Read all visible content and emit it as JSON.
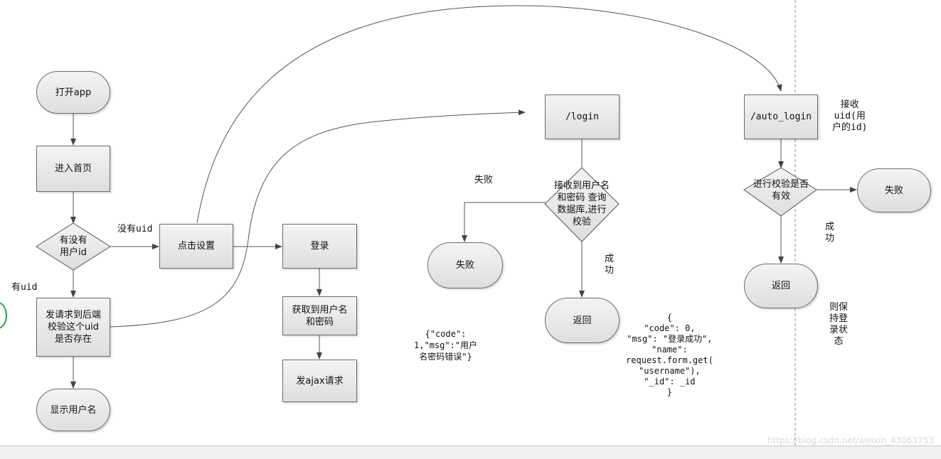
{
  "nodes": {
    "open_app": "打开app",
    "enter_home": "进入首页",
    "has_uid_line1": "有没有",
    "has_uid_line2": "用户id",
    "click_settings": "点击设置",
    "send_request_line1": "发请求到后端",
    "send_request_line2": "校验这个uid",
    "send_request_line3": "是否存在",
    "show_username": "显示用户名",
    "login_box": "登录",
    "get_credentials_line1": "获取到用户名",
    "get_credentials_line2": "和密码",
    "send_ajax": "发ajax请求",
    "login_route": "/login",
    "receive_verify_line1": "接收到用户名",
    "receive_verify_line2": "和密码 查询",
    "receive_verify_line3": "数据库,进行",
    "receive_verify_line4": "校验",
    "fail_login": "失败",
    "return_login": "返回",
    "auto_login_route": "/auto_login",
    "check_valid_line1": "进行校验是否",
    "check_valid_line2": "有效",
    "fail_auto": "失败",
    "return_auto": "返回"
  },
  "labels": {
    "no_uid": "没有uid",
    "has_uid": "有uid",
    "fail_top": "失败",
    "success_login": "成\n功",
    "success_auto": "成\n功",
    "receive_uid": "接收\nuid(用\n户的id)",
    "keep_login": "则保\n持登\n录状\n态"
  },
  "notes": {
    "error_json": "{\"code\":\n1,\"msg\":\"用户\n名密码错误\"}",
    "success_json": "{\n\"code\": 0,\n\"msg\": \"登录成功\",\n\"name\":\nrequest.form.get(\n\"username\"),\n\"_id\": _id\n}"
  },
  "watermark": "https://blog.csdn.net/weixin_43063753",
  "colors": {
    "node_fill_top": "#f4f4f4",
    "node_fill_bottom": "#dedede",
    "stroke": "#555555",
    "badge": "#2ea043"
  }
}
